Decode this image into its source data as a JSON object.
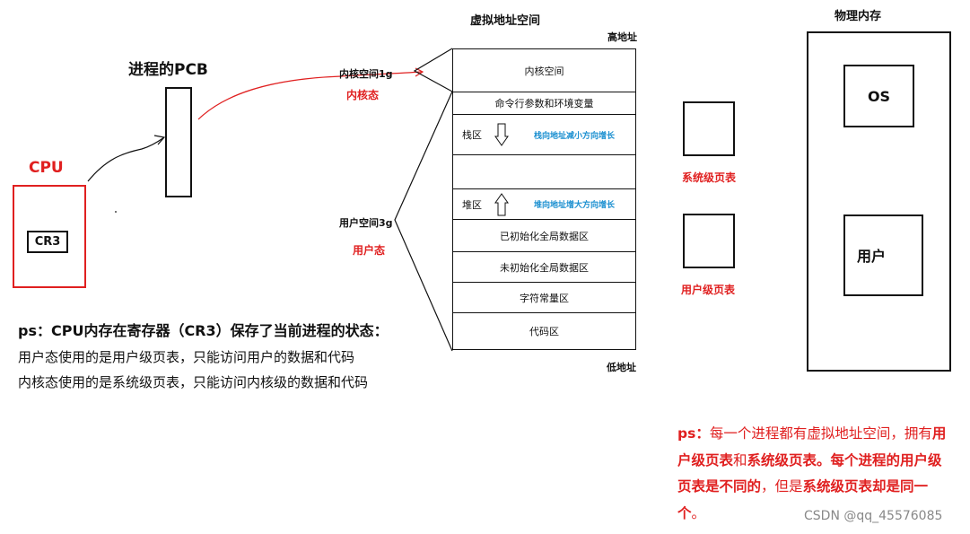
{
  "cpu": {
    "label": "CPU",
    "register": "CR3"
  },
  "pcb": {
    "label": "进程的PCB"
  },
  "virtual_address_space": {
    "title": "虚拟地址空间",
    "high_address": "高地址",
    "low_address": "低地址",
    "kernel_space_label": "内核空间1g",
    "kernel_mode_label": "内核态",
    "user_space_label": "用户空间3g",
    "user_mode_label": "用户态",
    "segments": {
      "kernel": "内核空间",
      "cmdline_env": "命令行参数和环境变量",
      "stack": "栈区",
      "stack_note": "栈向地址减小方向增长",
      "heap": "堆区",
      "heap_note": "堆向地址增大方向增长",
      "data_init": "已初始化全局数据区",
      "bss": "未初始化全局数据区",
      "rodata": "字符常量区",
      "code": "代码区"
    }
  },
  "page_tables": {
    "system": "系统级页表",
    "user": "用户级页表"
  },
  "physical_memory": {
    "title": "物理内存",
    "os": "OS",
    "user": "用户"
  },
  "notes": {
    "line1": "ps：CPU内存在寄存器（CR3）保存了当前进程的状态：",
    "line2": "用户态使用的是用户级页表，只能访问用户的数据和代码",
    "line3": "内核态使用的是系统级页表，只能访问内核级的数据和代码"
  },
  "ps2": {
    "prefix": "ps：",
    "t1": "每一个进程都有虚拟地址空间，拥有",
    "t2": "用户级页表",
    "t3": "和",
    "t4": "系统级页表。每个进程的用户级页表是不同的",
    "t5": "，但是",
    "t6": "系统级页表却是同一个",
    "t7": "。"
  },
  "watermark": "CSDN @qq_45576085",
  "colors": {
    "red": "#e02020",
    "blue": "#1a8fd0"
  }
}
